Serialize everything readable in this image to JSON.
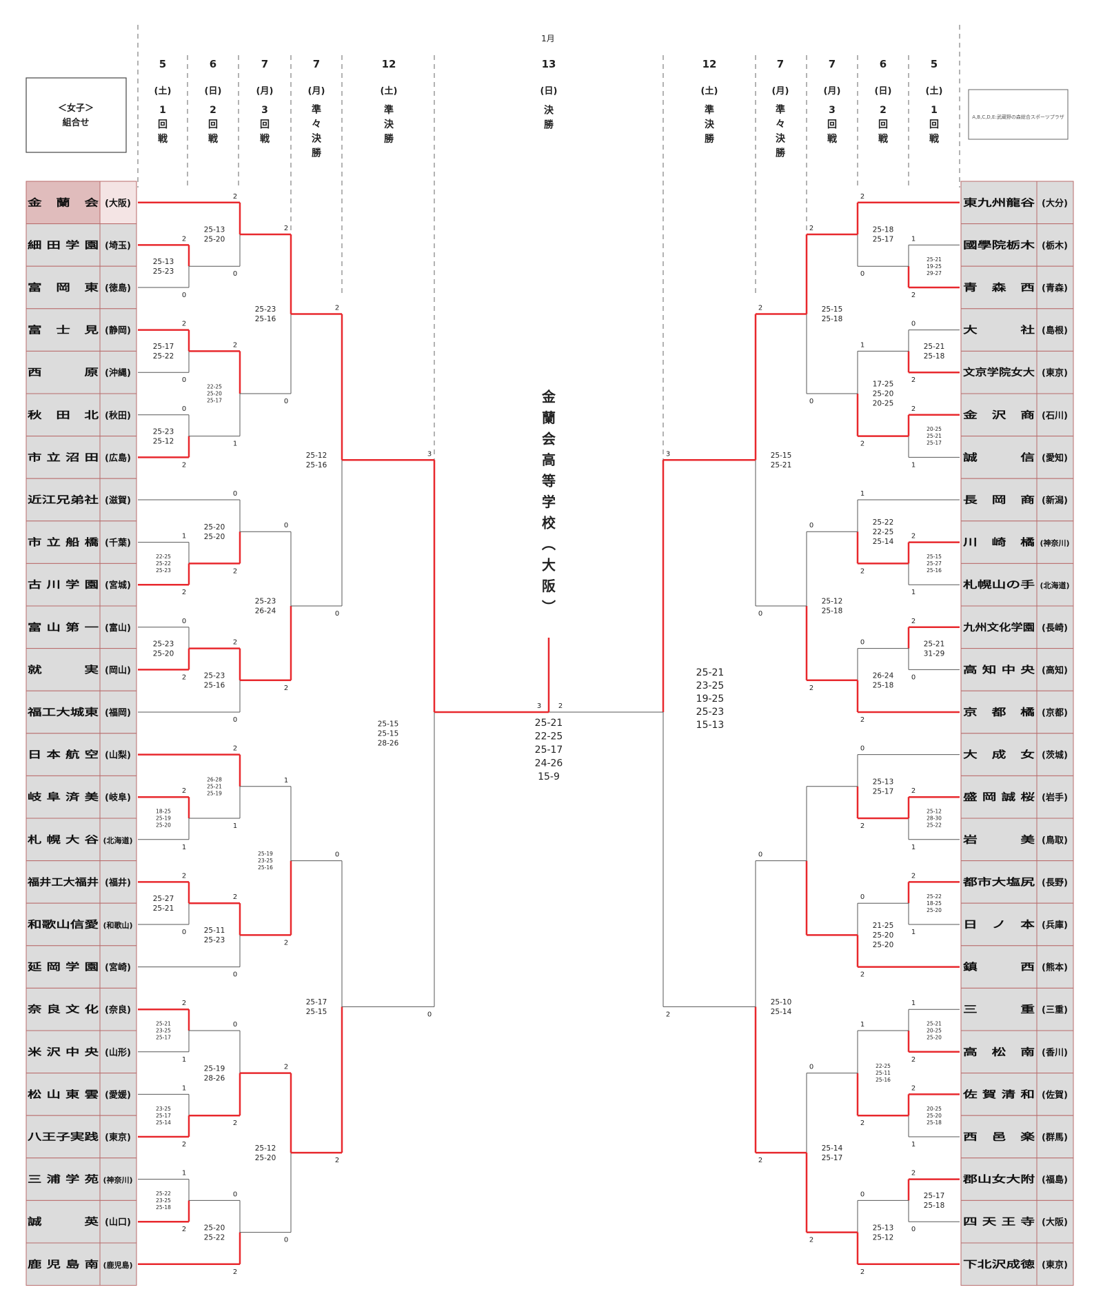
{
  "header": {
    "month": "1月",
    "title_box": "＜女子＞\n組合せ",
    "venue_box": "A,B,C,D,E:武蔵野の森総合スポーツプラザ",
    "left_columns": [
      {
        "day": "5",
        "dow": "(土)",
        "round": "1\n回\n戦"
      },
      {
        "day": "6",
        "dow": "(日)",
        "round": "2\n回\n戦"
      },
      {
        "day": "7",
        "dow": "(月)",
        "round": "3\n回\n戦"
      },
      {
        "day": "7",
        "dow": "(月)",
        "round": "準\n々\n決\n勝"
      },
      {
        "day": "12",
        "dow": "(土)",
        "round": "準\n決\n勝"
      }
    ],
    "center_column": {
      "day": "13",
      "dow": "(日)",
      "round": "決\n勝"
    },
    "right_columns": [
      {
        "day": "12",
        "dow": "(土)",
        "round": "準\n決\n勝"
      },
      {
        "day": "7",
        "dow": "(月)",
        "round": "準\n々\n決\n勝"
      },
      {
        "day": "7",
        "dow": "(月)",
        "round": "3\n回\n戦"
      },
      {
        "day": "6",
        "dow": "(日)",
        "round": "2\n回\n戦"
      },
      {
        "day": "5",
        "dow": "(土)",
        "round": "1\n回\n戦"
      }
    ]
  },
  "champion": "金\n蘭\n会\n高\n等\n学\n校\n︵\n大\n阪\n︶",
  "final": {
    "left_sets": "3",
    "right_sets": "2",
    "scores": "25-21\n22-25\n25-17\n24-26\n15-9"
  },
  "left_teams": [
    {
      "name": "金　蘭　会",
      "pref": "(大阪)"
    },
    {
      "name": "細 田 学 園",
      "pref": "(埼玉)"
    },
    {
      "name": "富　岡　東",
      "pref": "(徳島)"
    },
    {
      "name": "富　士　見",
      "pref": "(静岡)"
    },
    {
      "name": "西　　　原",
      "pref": "(沖縄)"
    },
    {
      "name": "秋　田　北",
      "pref": "(秋田)"
    },
    {
      "name": "市 立 沼 田",
      "pref": "(広島)"
    },
    {
      "name": "近江兄弟社",
      "pref": "(滋賀)"
    },
    {
      "name": "市 立 船 橋",
      "pref": "(千葉)"
    },
    {
      "name": "古 川 学 園",
      "pref": "(宮城)"
    },
    {
      "name": "富 山 第 一",
      "pref": "(富山)"
    },
    {
      "name": "就　　　実",
      "pref": "(岡山)"
    },
    {
      "name": "福工大城東",
      "pref": "(福岡)"
    },
    {
      "name": "日 本 航 空",
      "pref": "(山梨)"
    },
    {
      "name": "岐 阜 済 美",
      "pref": "(岐阜)"
    },
    {
      "name": "札 幌 大 谷",
      "pref": "(北海道)"
    },
    {
      "name": "福井工大福井",
      "pref": "(福井)"
    },
    {
      "name": "和歌山信愛",
      "pref": "(和歌山)"
    },
    {
      "name": "延 岡 学 園",
      "pref": "(宮崎)"
    },
    {
      "name": "奈 良 文 化",
      "pref": "(奈良)"
    },
    {
      "name": "米 沢 中 央",
      "pref": "(山形)"
    },
    {
      "name": "松 山 東 雲",
      "pref": "(愛媛)"
    },
    {
      "name": "八王子実践",
      "pref": "(東京)"
    },
    {
      "name": "三 浦 学 苑",
      "pref": "(神奈川)"
    },
    {
      "name": "誠　　　英",
      "pref": "(山口)"
    },
    {
      "name": "鹿 児 島 南",
      "pref": "(鹿児島)"
    }
  ],
  "right_teams": [
    {
      "name": "東九州龍谷",
      "pref": "(大分)"
    },
    {
      "name": "國學院栃木",
      "pref": "(栃木)"
    },
    {
      "name": "青　森　西",
      "pref": "(青森)"
    },
    {
      "name": "大　　　社",
      "pref": "(島根)"
    },
    {
      "name": "文京学院女大",
      "pref": "(東京)"
    },
    {
      "name": "金　沢　商",
      "pref": "(石川)"
    },
    {
      "name": "誠　　　信",
      "pref": "(愛知)"
    },
    {
      "name": "長　岡　商",
      "pref": "(新潟)"
    },
    {
      "name": "川　崎　橘",
      "pref": "(神奈川)"
    },
    {
      "name": "札幌山の手",
      "pref": "(北海道)"
    },
    {
      "name": "九州文化学園",
      "pref": "(長崎)"
    },
    {
      "name": "高 知 中 央",
      "pref": "(高知)"
    },
    {
      "name": "京　都　橘",
      "pref": "(京都)"
    },
    {
      "name": "大　成　女",
      "pref": "(茨城)"
    },
    {
      "name": "盛 岡 誠 桜",
      "pref": "(岩手)"
    },
    {
      "name": "岩　　　美",
      "pref": "(鳥取)"
    },
    {
      "name": "都市大塩尻",
      "pref": "(長野)"
    },
    {
      "name": "日　ノ　本",
      "pref": "(兵庫)"
    },
    {
      "name": "鎮　　　西",
      "pref": "(熊本)"
    },
    {
      "name": "三　　　重",
      "pref": "(三重)"
    },
    {
      "name": "高　松　南",
      "pref": "(香川)"
    },
    {
      "name": "佐 賀 清 和",
      "pref": "(佐賀)"
    },
    {
      "name": "西　邑　楽",
      "pref": "(群馬)"
    },
    {
      "name": "郡山女大附",
      "pref": "(福島)"
    },
    {
      "name": "四 天 王 寺",
      "pref": "(大阪)"
    },
    {
      "name": "下北沢成徳",
      "pref": "(東京)"
    }
  ],
  "left_matches": [
    {
      "r": 1,
      "a": 1,
      "b": 2,
      "sa": "2",
      "sb": "0",
      "w": "a",
      "score": "25-13\n25-23"
    },
    {
      "r": 1,
      "a": 3,
      "b": 4,
      "sa": "2",
      "sb": "0",
      "w": "a",
      "score": "25-17\n25-22"
    },
    {
      "r": 1,
      "a": 5,
      "b": 6,
      "sa": "0",
      "sb": "2",
      "w": "b",
      "score": "25-23\n25-12"
    },
    {
      "r": 1,
      "a": 8,
      "b": 9,
      "sa": "1",
      "sb": "2",
      "w": "b",
      "score": "22-25\n25-22\n25-23",
      "small": true
    },
    {
      "r": 1,
      "a": 10,
      "b": 11,
      "sa": "0",
      "sb": "2",
      "w": "b",
      "score": "25-23\n25-20"
    },
    {
      "r": 1,
      "a": 14,
      "b": 15,
      "sa": "2",
      "sb": "1",
      "w": "a",
      "score": "18-25\n25-19\n25-20",
      "small": true
    },
    {
      "r": 1,
      "a": 16,
      "b": 17,
      "sa": "2",
      "sb": "0",
      "w": "a",
      "score": "25-27\n25-21"
    },
    {
      "r": 1,
      "a": 19,
      "b": 20,
      "sa": "2",
      "sb": "1",
      "w": "a",
      "score": "25-21\n23-25\n25-17",
      "small": true
    },
    {
      "r": 1,
      "a": 21,
      "b": 22,
      "sa": "1",
      "sb": "2",
      "w": "b",
      "score": "23-25\n25-17\n25-14",
      "small": true
    },
    {
      "r": 1,
      "a": 23,
      "b": 24,
      "sa": "1",
      "sb": "2",
      "w": "b",
      "score": "25-22\n23-25\n25-18",
      "small": true
    },
    {
      "r": 2,
      "a": 0,
      "b": 1,
      "sa": "2",
      "sb": "0",
      "w": "a",
      "score": "25-13\n25-20"
    },
    {
      "r": 2,
      "a": 3,
      "b": 6,
      "sa": "2",
      "sb": "1",
      "w": "a",
      "score": "22-25\n25-20\n25-17",
      "small": true
    },
    {
      "r": 2,
      "a": 7,
      "b": 9,
      "sa": "0",
      "sb": "2",
      "w": "b",
      "score": "25-20\n25-20"
    },
    {
      "r": 2,
      "a": 10,
      "b": 12,
      "sa": "2",
      "sb": "0",
      "w": "a",
      "score": "25-23\n25-16"
    },
    {
      "r": 2,
      "a": 13,
      "b": 14,
      "sa": "2",
      "sb": "1",
      "w": "a",
      "score": "26-28\n25-21\n25-19",
      "small": true
    },
    {
      "r": 2,
      "a": 16,
      "b": 18,
      "sa": "2",
      "sb": "0",
      "w": "a",
      "score": "25-11\n25-23"
    },
    {
      "r": 2,
      "a": 19,
      "b": 21,
      "sa": "0",
      "sb": "2",
      "w": "b",
      "score": "25-19\n28-26"
    },
    {
      "r": 2,
      "a": 24,
      "b": 25,
      "sa": "0",
      "sb": "2",
      "w": "b",
      "score": "25-20\n25-22"
    },
    {
      "r": 3,
      "a": 0,
      "b": 3,
      "sa": "2",
      "sb": "0",
      "w": "a",
      "score": "25-23\n25-16"
    },
    {
      "r": 3,
      "a": 7,
      "b": 10,
      "sa": "0",
      "sb": "2",
      "w": "b",
      "score": "25-23\n26-24"
    },
    {
      "r": 3,
      "a": 13,
      "b": 16,
      "sa": "1",
      "sb": "2",
      "w": "b",
      "score": "25-19\n23-25\n25-16",
      "small": true
    },
    {
      "r": 3,
      "a": 19,
      "b": 24,
      "sa": "2",
      "sb": "0",
      "w": "a",
      "score": "25-12\n25-20"
    },
    {
      "r": 4,
      "a": 0,
      "b": 7,
      "sa": "2",
      "sb": "0",
      "w": "a",
      "score": "25-12\n25-16"
    },
    {
      "r": 4,
      "a": 13,
      "b": 19,
      "sa": "0",
      "sb": "2",
      "w": "b",
      "score": "25-17\n25-15"
    },
    {
      "r": 5,
      "a": 0,
      "b": 13,
      "sa": "3",
      "sb": "0",
      "w": "a",
      "score": "25-15\n25-15\n28-26"
    }
  ],
  "right_matches": [
    {
      "r": 1,
      "a": 1,
      "b": 2,
      "sa": "1",
      "sb": "2",
      "w": "b",
      "score": "25-21\n19-25\n29-27",
      "small": true
    },
    {
      "r": 1,
      "a": 3,
      "b": 4,
      "sa": "0",
      "sb": "2",
      "w": "b",
      "score": "25-21\n25-18"
    },
    {
      "r": 1,
      "a": 5,
      "b": 6,
      "sa": "2",
      "sb": "1",
      "w": "a",
      "score": "20-25\n25-21\n25-17",
      "small": true
    },
    {
      "r": 1,
      "a": 8,
      "b": 9,
      "sa": "2",
      "sb": "1",
      "w": "a",
      "score": "25-15\n25-27\n25-16",
      "small": true
    },
    {
      "r": 1,
      "a": 10,
      "b": 11,
      "sa": "2",
      "sb": "0",
      "w": "a",
      "score": "25-21\n31-29"
    },
    {
      "r": 1,
      "a": 14,
      "b": 15,
      "sa": "2",
      "sb": "1",
      "w": "a",
      "score": "25-12\n28-30\n25-22",
      "small": true
    },
    {
      "r": 1,
      "a": 16,
      "b": 17,
      "sa": "2",
      "sb": "1",
      "w": "a",
      "score": "25-22\n18-25\n25-20",
      "small": true
    },
    {
      "r": 1,
      "a": 19,
      "b": 20,
      "sa": "1",
      "sb": "2",
      "w": "b",
      "score": "25-21\n20-25\n25-20",
      "small": true
    },
    {
      "r": 1,
      "a": 21,
      "b": 22,
      "sa": "2",
      "sb": "1",
      "w": "a",
      "score": "20-25\n25-20\n25-18",
      "small": true
    },
    {
      "r": 1,
      "a": 23,
      "b": 24,
      "sa": "2",
      "sb": "0",
      "w": "a",
      "score": "25-17\n25-18"
    },
    {
      "r": 2,
      "a": 0,
      "b": 1,
      "sa": "2",
      "sb": "0",
      "w": "a",
      "score": "25-18\n25-17"
    },
    {
      "r": 2,
      "a": 3,
      "b": 5,
      "sa": "1",
      "sb": "2",
      "w": "b",
      "score": "17-25\n25-20\n20-25"
    },
    {
      "r": 2,
      "a": 7,
      "b": 8,
      "sa": "1",
      "sb": "2",
      "w": "b",
      "score": "25-22\n22-25\n25-14"
    },
    {
      "r": 2,
      "a": 10,
      "b": 12,
      "sa": "0",
      "sb": "2",
      "w": "b",
      "score": "26-24\n25-18"
    },
    {
      "r": 2,
      "a": 13,
      "b": 14,
      "sa": "0",
      "sb": "2",
      "w": "b",
      "score": "25-13\n25-17"
    },
    {
      "r": 2,
      "a": 16,
      "b": 18,
      "sa": "0",
      "sb": "2",
      "w": "b",
      "score": "21-25\n25-20\n25-20"
    },
    {
      "r": 2,
      "a": 19,
      "b": 21,
      "sa": "1",
      "sb": "2",
      "w": "b",
      "score": "22-25\n25-11\n25-16",
      "small": true
    },
    {
      "r": 2,
      "a": 23,
      "b": 25,
      "sa": "0",
      "sb": "2",
      "w": "b",
      "score": "25-13\n25-12"
    },
    {
      "r": 3,
      "a": 0,
      "b": 3,
      "sa": "2",
      "sb": "0",
      "w": "a",
      "score": "25-15\n25-18"
    },
    {
      "r": 3,
      "a": 7,
      "b": 10,
      "sa": "0",
      "sb": "2",
      "w": "b",
      "score": "25-12\n25-18"
    },
    {
      "r": 3,
      "a": 13,
      "b": 16,
      "sa": "",
      "sb": "",
      "w": "b",
      "score": ""
    },
    {
      "r": 3,
      "a": 19,
      "b": 23,
      "sa": "0",
      "sb": "2",
      "w": "b",
      "score": "25-14\n25-17"
    },
    {
      "r": 4,
      "a": 0,
      "b": 7,
      "sa": "2",
      "sb": "0",
      "w": "a",
      "score": "25-15\n25-21"
    },
    {
      "r": 4,
      "a": 13,
      "b": 19,
      "sa": "0",
      "sb": "2",
      "w": "b",
      "score": "25-10\n25-14"
    },
    {
      "r": 5,
      "a": 0,
      "b": 13,
      "sa": "3",
      "sb": "2",
      "w": "a",
      "score": "25-21\n23-25\n19-25\n25-23\n15-13"
    }
  ],
  "colors": {
    "win": "#e8282d",
    "line": "#555555",
    "team_bg": "#dcdcdc",
    "team_bg_champ": "#e0bcbc",
    "team_border": "#b86a6a",
    "dash": "#666666"
  }
}
